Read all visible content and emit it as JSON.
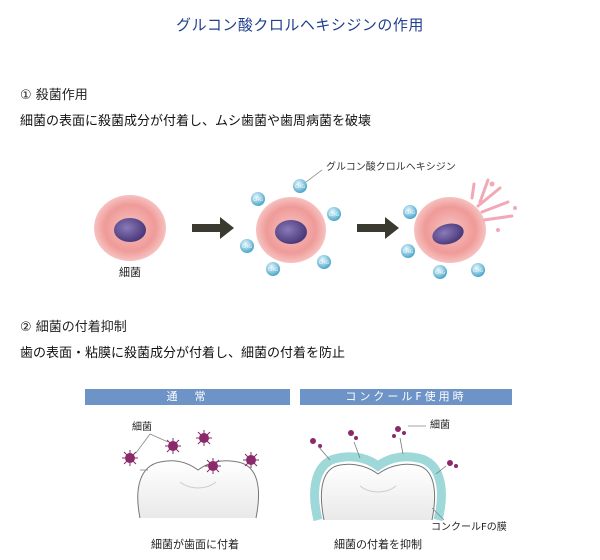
{
  "title": "グルコン酸クロルヘキシジンの作用",
  "section1": {
    "heading": "① 殺菌作用",
    "description": "細菌の表面に殺菌成分が付着し、ムシ歯菌や歯周病菌を破壊",
    "bacteria_label": "細菌",
    "chg_label": "グルコン酸クロルヘキシジン",
    "molecule_text": "CHG"
  },
  "section2": {
    "heading": "② 細菌の付着抑制",
    "description": "歯の表面・粘膜に殺菌成分が付着し、細菌の付着を防止",
    "left_panel": {
      "header": "通　常",
      "bacteria_label": "細菌",
      "caption": "細菌が歯面に付着"
    },
    "right_panel": {
      "header": "コンクールF使用時",
      "bacteria_label": "細菌",
      "film_label": "コンクールFの膜",
      "caption": "細菌の付着を抑制"
    }
  },
  "colors": {
    "title": "#1f3f8f",
    "panel_header": "#6e93c7",
    "bacteria": "#8a2a6a",
    "chg": "#4aa6c8",
    "film": "#9fd8d9",
    "arrow": "#3a3a30"
  }
}
